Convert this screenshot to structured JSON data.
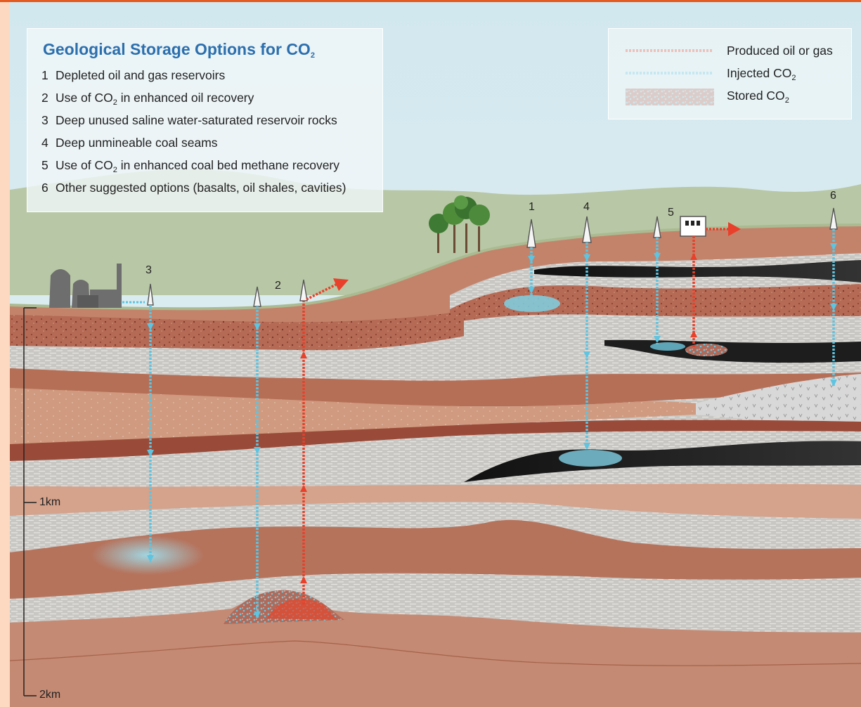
{
  "title": {
    "main": "Geological Storage Options for CO",
    "sub": "2"
  },
  "options": [
    {
      "num": "1",
      "pre": "Depleted oil and gas reservoirs",
      "sub": "",
      "post": ""
    },
    {
      "num": "2",
      "pre": "Use of CO",
      "sub": "2",
      "post": " in enhanced oil recovery"
    },
    {
      "num": "3",
      "pre": "Deep unused saline water-saturated reservoir rocks",
      "sub": "",
      "post": ""
    },
    {
      "num": "4",
      "pre": "Deep unmineable coal seams",
      "sub": "",
      "post": ""
    },
    {
      "num": "5",
      "pre": "Use of CO",
      "sub": "2",
      "post": " in enhanced coal bed methane recovery"
    },
    {
      "num": "6",
      "pre": "Other suggested options (basalts, oil shales, cavities)",
      "sub": "",
      "post": ""
    }
  ],
  "legend": {
    "produced": {
      "label": "Produced oil or gas",
      "color": "#e8402a"
    },
    "injected": {
      "label": "Injected CO",
      "sub": "2",
      "color": "#5ec4e0"
    },
    "stored": {
      "label": "Stored CO",
      "sub": "2"
    }
  },
  "wells": {
    "w1": "1",
    "w2": "2",
    "w3": "3",
    "w4": "4",
    "w5": "5",
    "w6": "6"
  },
  "scale": {
    "top": "1km",
    "bottom": "2km"
  },
  "colors": {
    "sky": "#dceef3",
    "hills": "#b9c8a8",
    "sandstone": "#c98e74",
    "shale": "#c8c6c2",
    "coal": "#1c1c1c",
    "border_top": "#e35b20"
  }
}
